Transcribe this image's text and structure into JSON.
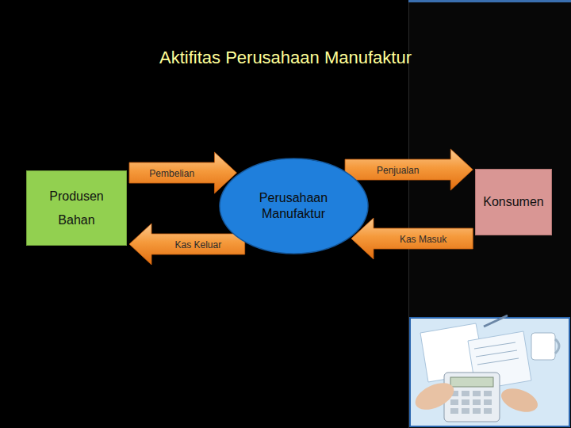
{
  "diagram": {
    "title": "Aktifitas Perusahaan Manufaktur",
    "nodes": [
      {
        "text": [
          "Produsen Bahan"
        ]
      },
      {
        "text": [
          "Perusahaan Manufaktur"
        ]
      },
      {
        "text": [
          "Konsumen"
        ]
      }
    ],
    "edges": [
      {
        "from": 0,
        "to": 1,
        "arrow": "to",
        "label": "Pembelian"
      },
      {
        "from": 1,
        "to": 0,
        "arrow": "to",
        "label": "Kas Keluar"
      },
      {
        "from": 1,
        "to": 2,
        "arrow": "to",
        "label": "Penjualan"
      },
      {
        "from": 2,
        "to": 1,
        "arrow": "to",
        "label": "Kas Masuk"
      }
    ]
  }
}
